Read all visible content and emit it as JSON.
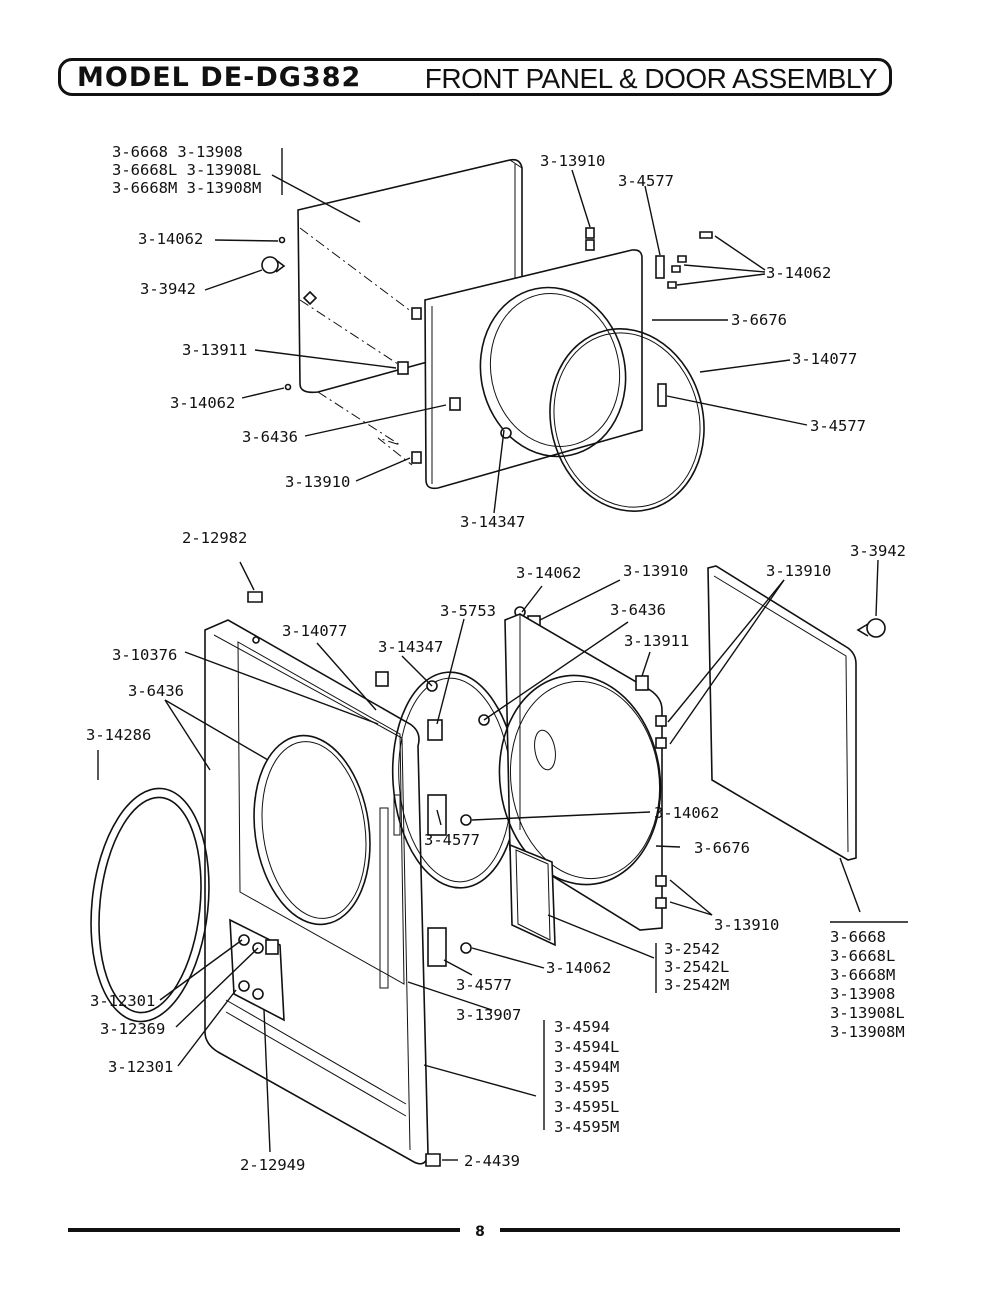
{
  "header": {
    "model": "MODEL DE-DG382",
    "title": "FRONT PANEL & DOOR ASSEMBLY"
  },
  "labels": {
    "top_group_left": [
      "3-6668  3-13908",
      "3-6668L 3-13908L",
      "3-6668M 3-13908M"
    ],
    "t_14062_a": "3-14062",
    "t_3942": "3-3942",
    "t_13911": "3-13911",
    "t_14062_b": "3-14062",
    "t_6436": "3-6436",
    "t_13910_b": "3-13910",
    "t_14347": "3-14347",
    "t_13910_a": "3-13910",
    "t_4577_a": "3-4577",
    "t_14062_c": "3-14062",
    "t_6676": "3-6676",
    "t_14077": "3-14077",
    "t_4577_b": "3-4577",
    "b_12982": "2-12982",
    "b_10376": "3-10376",
    "b_6436_l": "3-6436",
    "b_14286": "3-14286",
    "b_14077": "3-14077",
    "b_14347": "3-14347",
    "b_5753": "3-5753",
    "b_14062_t": "3-14062",
    "b_13910_t": "3-13910",
    "b_6436_r": "3-6436",
    "b_13911": "3-13911",
    "b_13910_r": "3-13910",
    "b_3942": "3-3942",
    "b_14062_m": "3-14062",
    "b_4577_m": "3-4577",
    "b_6676": "3-6676",
    "b_13910_b": "3-13910",
    "b_2542_group": [
      "3-2542",
      "3-2542L",
      "3-2542M"
    ],
    "b_14062_l": "3-14062",
    "b_4577_l": "3-4577",
    "b_13907": "3-13907",
    "b_12301_a": "3-12301",
    "b_12369": "3-12369",
    "b_12301_b": "3-12301",
    "b_4594_group": [
      "3-4594",
      "3-4594L",
      "3-4594M",
      "3-4595",
      "3-4595L",
      "3-4595M"
    ],
    "b_4439": "2-4439",
    "b_12949": "2-12949",
    "b_6668_group": [
      "3-6668",
      "3-6668L",
      "3-6668M",
      "3-13908",
      "3-13908L",
      "3-13908M"
    ]
  },
  "footer": {
    "page_number": "8"
  }
}
